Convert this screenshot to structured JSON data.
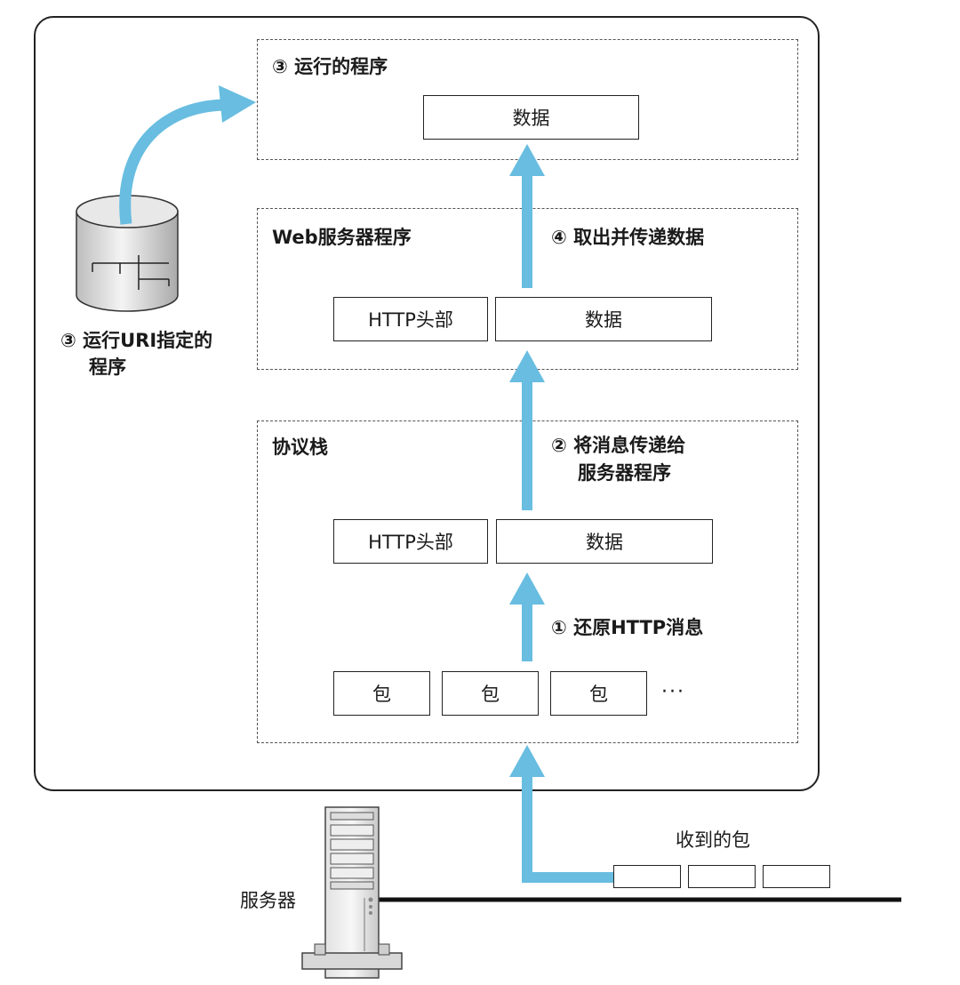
{
  "colors": {
    "arrow": "#68bde0",
    "stroke": "#222222"
  },
  "running_program": {
    "title": "③ 运行的程序",
    "data_box": "数据"
  },
  "web_server": {
    "title": "Web服务器程序",
    "header_box": "HTTP头部",
    "data_box": "数据"
  },
  "protocol_stack": {
    "title": "协议栈",
    "header_box": "HTTP头部",
    "data_box": "数据",
    "packets": [
      "包",
      "包",
      "包"
    ],
    "ellipsis": "···"
  },
  "steps": {
    "step1": "① 还原HTTP消息",
    "step2_line1": "② 将消息传递给",
    "step2_line2": "服务器程序",
    "step3_line1": "③ 运行URI指定的",
    "step3_line2": "程序",
    "step4": "④ 取出并传递数据"
  },
  "server": {
    "label": "服务器"
  },
  "network": {
    "received_packets_label": "收到的包"
  },
  "icons": [
    "database-icon",
    "server-icon",
    "arrow-up-icon",
    "curved-arrow-icon"
  ]
}
